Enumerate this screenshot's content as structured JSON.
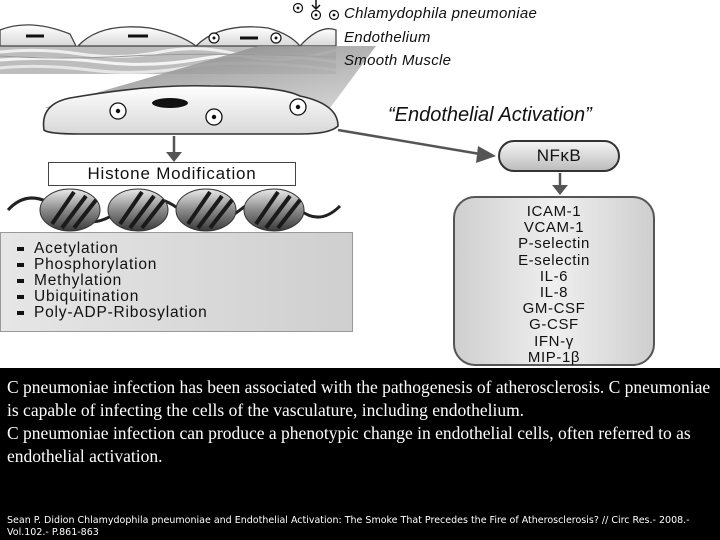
{
  "diagram": {
    "legend": {
      "chlamydophila": "Chlamydophila pneumoniae",
      "endothelium": "Endothelium",
      "smooth_muscle": "Smooth Muscle"
    },
    "endothelial_activation": "“Endothelial Activation”",
    "histone_modification": "Histone Modification",
    "nfkb": "NFκB",
    "modifications": [
      "Acetylation",
      "Phosphorylation",
      "Methylation",
      "Ubiquitination",
      "Poly-ADP-Ribosylation"
    ],
    "cytokines": [
      "ICAM-1",
      "VCAM-1",
      "P-selectin",
      "E-selectin",
      "IL-6",
      "IL-8",
      "GM-CSF",
      "G-CSF",
      "IFN-γ",
      "MIP-1β"
    ]
  },
  "text": {
    "paragraph1": "C pneumoniae infection has been associated with the pathogenesis of atherosclerosis.  C pneumoniae is capable of infecting the cells of the vasculature, including endothelium.",
    "paragraph2": "C pneumoniae infection can produce a phenotypic change in endothelial cells, often referred to as endothelial activation."
  },
  "citation": "Sean P. Didion Chlamydophila pneumoniae and Endothelial Activation: The Smoke That Precedes the Fire of Atherosclerosis? // Circ Res.- 2008.- Vol.102.- P.861-863"
}
